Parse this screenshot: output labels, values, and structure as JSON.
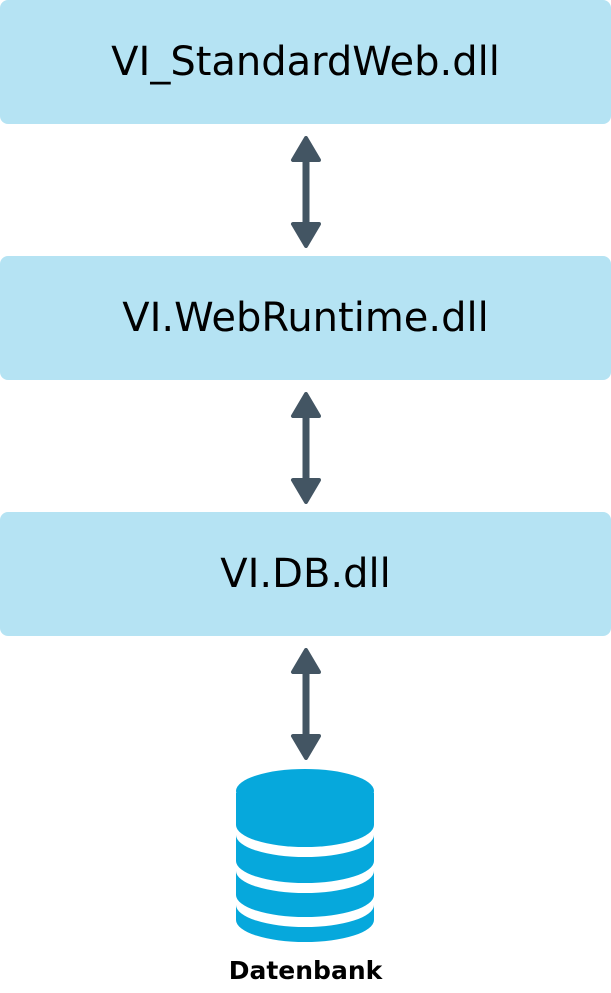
{
  "layers": [
    {
      "label": "VI_StandardWeb.dll"
    },
    {
      "label": "VI.WebRuntime.dll"
    },
    {
      "label": "VI.DB.dll"
    }
  ],
  "database": {
    "label": "Datenbank",
    "icon": "database-icon"
  },
  "colors": {
    "box_fill": "#b5e3f3",
    "arrow": "#435563",
    "database": "#06a8dc"
  }
}
